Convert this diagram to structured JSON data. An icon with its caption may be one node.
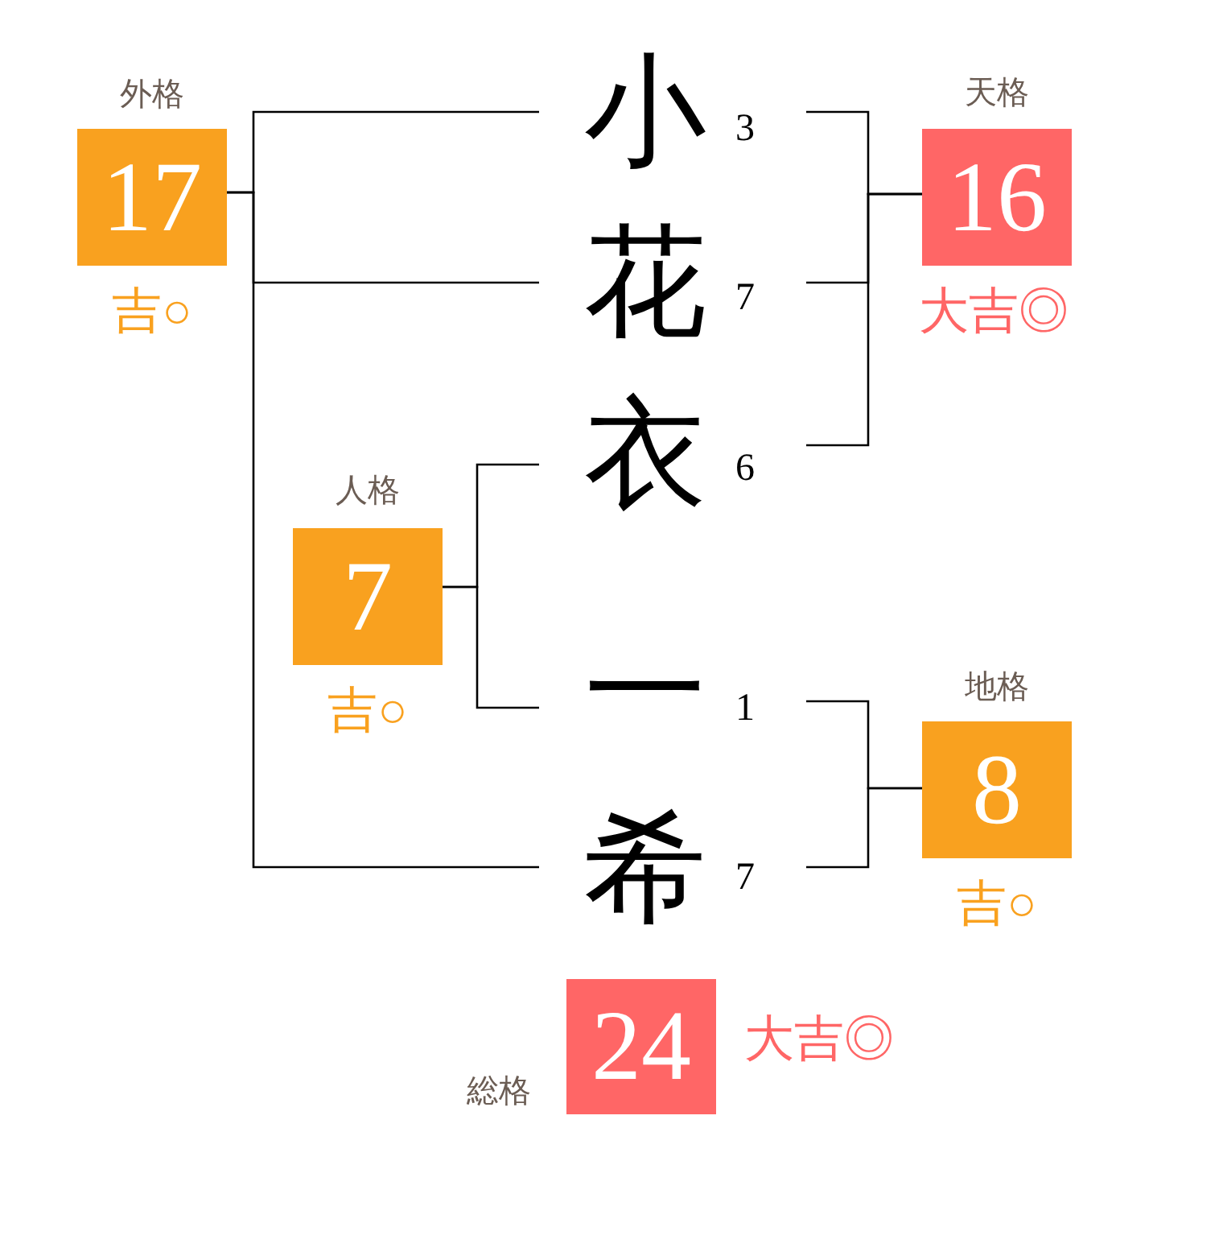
{
  "diagram": {
    "nodes": [
      {
        "text": [
          "外格",
          "17"
        ],
        "beside": [
          "吉○"
        ]
      },
      {
        "text": [
          "小"
        ],
        "beside": [
          "3"
        ]
      },
      {
        "text": [
          "花"
        ],
        "beside": [
          "7"
        ]
      },
      {
        "text": [
          "衣"
        ],
        "beside": [
          "6"
        ]
      },
      {
        "text": [
          "天格",
          "16"
        ],
        "beside": [
          "大吉◎"
        ]
      },
      {
        "text": [
          "人格",
          "7"
        ],
        "beside": [
          "吉○"
        ]
      },
      {
        "text": [
          "一"
        ],
        "beside": [
          "1"
        ]
      },
      {
        "text": [
          "希"
        ],
        "beside": [
          "7"
        ]
      },
      {
        "text": [
          "地格",
          "8"
        ],
        "beside": [
          "吉○"
        ]
      },
      {
        "text": [
          "総格",
          "24"
        ],
        "beside": [
          "大吉◎"
        ]
      }
    ],
    "edges": [
      {
        "from": 1,
        "to": 0,
        "arrow": "none"
      },
      {
        "from": 2,
        "to": 0,
        "arrow": "none"
      },
      {
        "from": 7,
        "to": 0,
        "arrow": "none"
      },
      {
        "from": 1,
        "to": 4,
        "arrow": "none"
      },
      {
        "from": 2,
        "to": 4,
        "arrow": "none"
      },
      {
        "from": 3,
        "to": 4,
        "arrow": "none"
      },
      {
        "from": 3,
        "to": 5,
        "arrow": "none"
      },
      {
        "from": 6,
        "to": 5,
        "arrow": "none"
      },
      {
        "from": 6,
        "to": 8,
        "arrow": "none"
      },
      {
        "from": 7,
        "to": 8,
        "arrow": "none"
      }
    ]
  }
}
